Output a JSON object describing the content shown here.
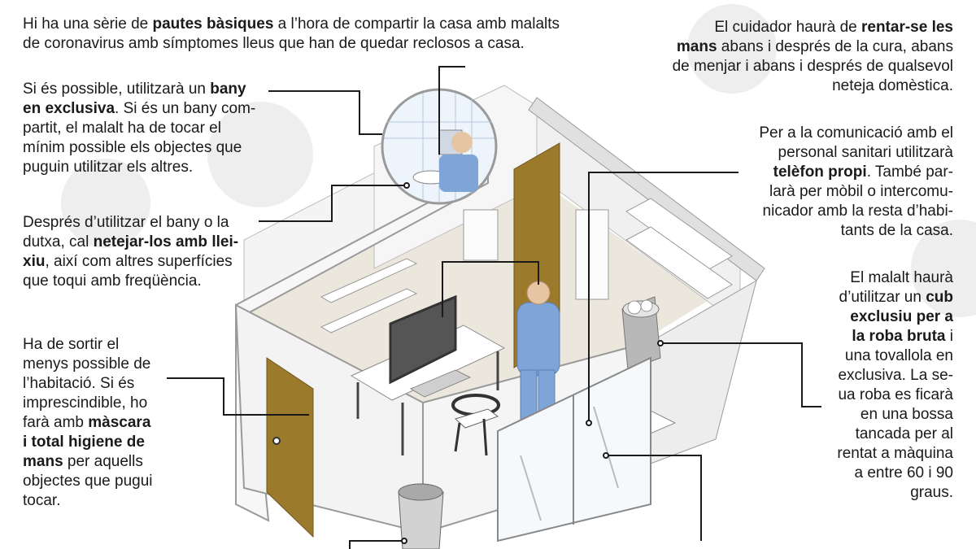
{
  "intro": {
    "l1_a": "Hi ha una sèrie de ",
    "l1_b": "pautes bàsiques",
    "l1_c": " a l’hora de compartir la casa amb malalts",
    "l2": "de coronavirus amb símptomes lleus que han de quedar reclosos a casa."
  },
  "annotations": {
    "bathroom": {
      "l1_a": "Si és possible, utilitzarà un ",
      "l1_b": "bany",
      "l2_b": "en exclusiva",
      "l2_c": ". Si és un bany com-",
      "l3": "partit, el malalt ha de tocar el",
      "l4": "mínim possible els objectes que",
      "l5": "puguin utilitzar els altres."
    },
    "cleaning": {
      "l1": "Després d’utilitzar el bany o la",
      "l2_a": "dutxa, cal ",
      "l2_b": "netejar-los amb llei-",
      "l3_b": "xiu",
      "l3_c": ", així com altres superfícies",
      "l4": "que toqui amb freqüència."
    },
    "leave_room": {
      "l1": "Ha de sortir el",
      "l2": "menys possible de",
      "l3": "l’habitació. Si és",
      "l4": "imprescindible, ho",
      "l5_a": "farà amb ",
      "l5_b": "màscara",
      "l6_b": "i total higiene de",
      "l7_b": "mans",
      "l7_c": " per aquells",
      "l8": "objectes que pugui",
      "l9": "tocar."
    },
    "caregiver": {
      "l1_a": "El cuidador haurà de ",
      "l1_b": "rentar-se les",
      "l2_b": "mans",
      "l2_c": " abans i després de la cura, abans",
      "l3": "de menjar i abans i després de qualsevol",
      "l4": "neteja domèstica."
    },
    "phone": {
      "l1": "Per a la comunicació amb el",
      "l2": "personal sanitari utilitzarà",
      "l3_b": "telèfon propi",
      "l3_c": ". També par-",
      "l4": "larà per mòbil o intercomu-",
      "l5": "nicador amb la resta d’habi-",
      "l6": "tants de la casa."
    },
    "laundry": {
      "l1": "El malalt haurà",
      "l2_a": "d’utilitzar un ",
      "l2_b": "cub",
      "l3_b": "exclusiu per a",
      "l4_b": "la roba bruta",
      "l4_c": " i",
      "l5": "una tovallola en",
      "l6": "exclusiva. La se-",
      "l7": "ua roba es ficarà",
      "l8": "en una bossa",
      "l9": "tancada per al",
      "l10": "rentat a màquina",
      "l11": "a entre 60 i 90",
      "l12": "graus."
    }
  },
  "colors": {
    "wall": "#f2f2f2",
    "wall_shade": "#e2e2e2",
    "floor": "#e9e4da",
    "door": "#9b7a2c",
    "person_shirt": "#7fa4d6",
    "person_skin": "#e8c5a2",
    "monitor": "#555555",
    "leader_line": "#1a1a1a",
    "virus_bg": "#ededed"
  }
}
